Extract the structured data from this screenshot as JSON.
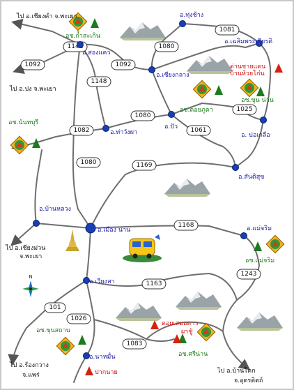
{
  "colors": {
    "road": "#6e6e6e",
    "town": "#1a3fb5",
    "town_label": "#1a1aa8",
    "park_label": "#1a7a1a",
    "attraction_label": "#cc1111",
    "frame": "#c8c8c8"
  },
  "towns": {
    "thung_chang": "อ.ทุ่งช้าง",
    "chaloem": "อ.เฉลิมพระเกียรติ",
    "song_khwae": "อ.สองแคว",
    "chiang_klang": "อ.เชียงกลาง",
    "tha_wang_pha": "อ.ท่าวังผา",
    "pua": "อ.ปัว",
    "bo_kluea": "อ. บ่อเกลือ",
    "santi_suk": "อ.สันติสุข",
    "ban_luang": "อ.บ้านหลวง",
    "mueang_nan": "อ.เมือง น่าน",
    "mae_charim": "อ.แม่จริม",
    "wiang_sa": "อ.เวียงสา",
    "na_muen": "อ.นาหมื่น"
  },
  "parks": {
    "tham_sakoen": "อช.ถ้ำสะเกิน",
    "doi_phukha": "อช.ดอยภูคา",
    "khun_nan": "อช.ขุน น่าน",
    "nanthaburi": "อช.นันทบุรี",
    "mae_charim": "อช.แม่จริม",
    "khun_sathan": "อช.ขุนสถาน",
    "si_nan": "อช.ศรีน่าน"
  },
  "attractions": {
    "border_tl": "ด่านชายแดน",
    "border_tl2": "บ้านห้วยโก๋น",
    "doi_samer": "ดอยเสมอดาว",
    "pha_chu": "ผาชู้",
    "pak_nai": "ปากนาย"
  },
  "destinations": {
    "chiang_kham": "ไป อ.เชียงคำ จ.พะเยา",
    "pong": "ไป อ.ปง จ.พะเยา",
    "chiang_muan_1": "ไป อ.เชียงม่วน",
    "chiang_muan_2": "จ.พะเยา",
    "rong_kwang_1": "ไป อ.ร้องกวาง",
    "rong_kwang_2": "จ.แพร่",
    "ban_khok_1": "ไป อ.บ้านโคก",
    "ban_khok_2": "จ.อุตรดิตถ์"
  },
  "routes": {
    "r1148a": "1148",
    "r1148b": "1148",
    "r1081": "1081",
    "r1080a": "1080",
    "r1080b": "1080",
    "r1080c": "1080",
    "r1092a": "1092",
    "r1092b": "1092",
    "r1082": "1082",
    "r1025": "1025",
    "r1061": "1061",
    "r1169": "1169",
    "r1168": "1168",
    "r1243": "1243",
    "r1163": "1163",
    "r101": "101",
    "r1026": "1026",
    "r1083": "1083"
  }
}
